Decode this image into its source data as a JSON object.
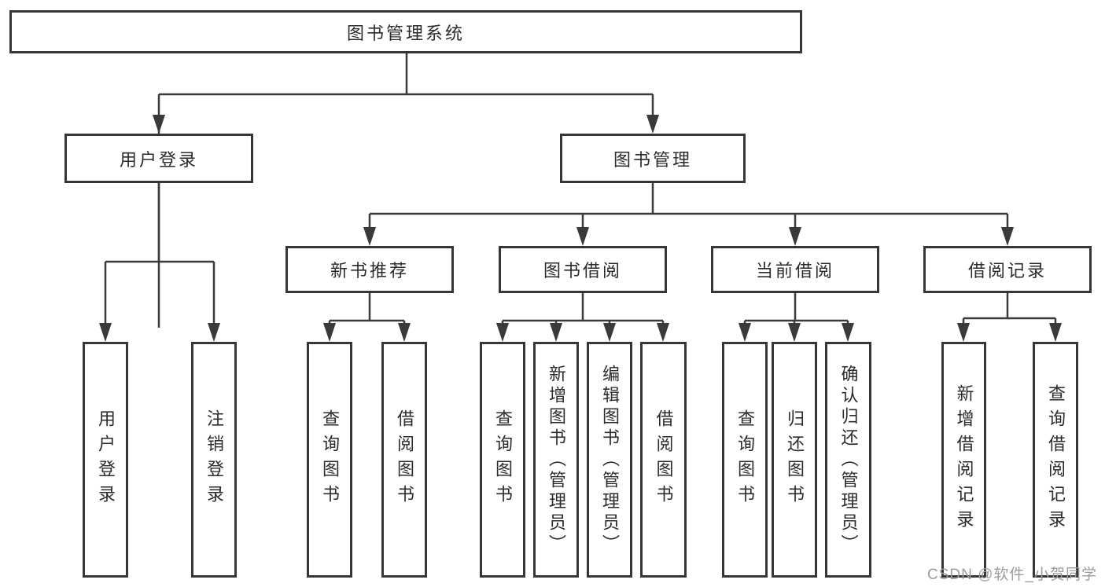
{
  "diagram": {
    "root": {
      "label": "图书管理系统"
    },
    "level2": {
      "user_login": {
        "label": "用户登录"
      },
      "book_mgmt": {
        "label": "图书管理"
      }
    },
    "level3": {
      "new_book_rec": {
        "label": "新书推荐"
      },
      "book_borrow": {
        "label": "图书借阅"
      },
      "current_borrow": {
        "label": "当前借阅"
      },
      "borrow_record": {
        "label": "借阅记录"
      }
    },
    "leaves": {
      "ul_login": {
        "label": "用户登录"
      },
      "ul_logout": {
        "label": "注销登录"
      },
      "rec_query": {
        "label": "查询图书"
      },
      "rec_borrow": {
        "label": "借阅图书"
      },
      "bb_query": {
        "label": "查询图书"
      },
      "bb_add": {
        "label": "新增图书（管理员）"
      },
      "bb_edit": {
        "label": "编辑图书（管理员）"
      },
      "bb_borrow": {
        "label": "借阅图书"
      },
      "cb_query": {
        "label": "查询图书"
      },
      "cb_return": {
        "label": "归还图书"
      },
      "cb_confirm": {
        "label": "确认归还（管理员）"
      },
      "br_add": {
        "label": "新增借阅记录"
      },
      "br_query": {
        "label": "查询借阅记录"
      }
    }
  },
  "watermark": {
    "text": "CSDN @软件_小贺同学"
  },
  "colors": {
    "line": "#3a3a3a",
    "box_border": "#363636",
    "text": "#2b2b2b",
    "watermark": "#9c9c9c",
    "background": "#ffffff"
  }
}
